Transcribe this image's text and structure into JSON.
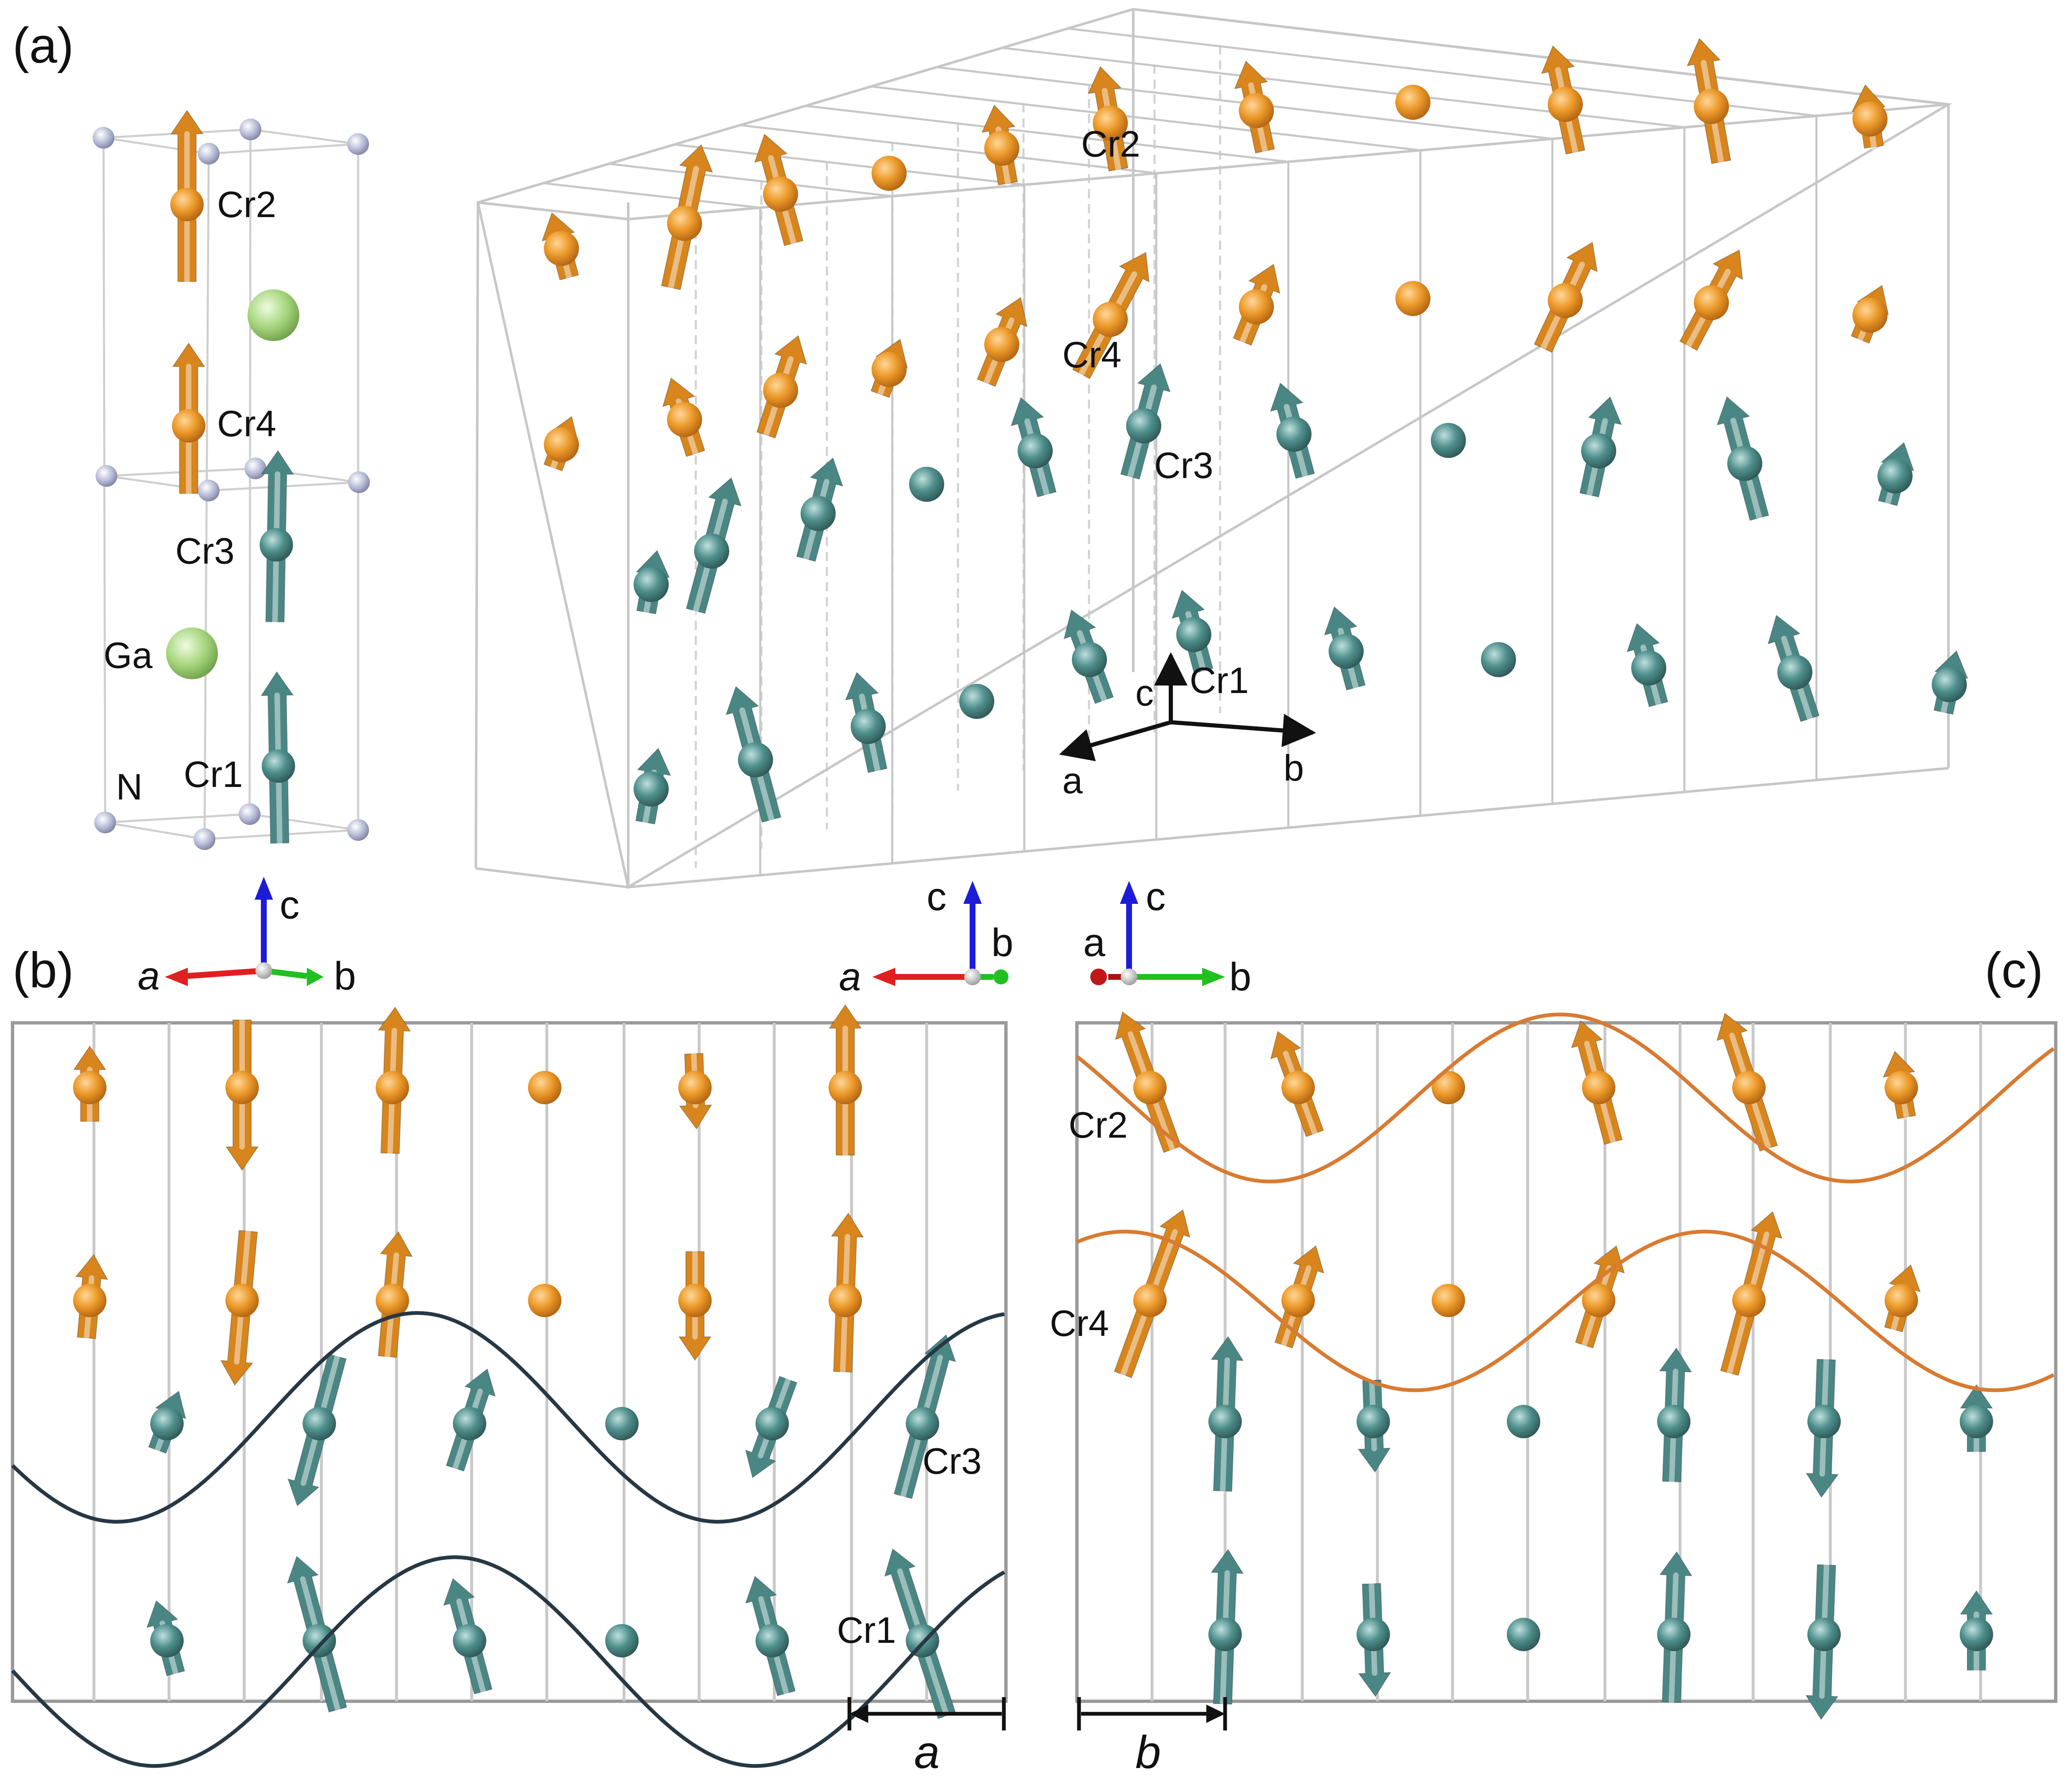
{
  "panels": {
    "a": "(a)",
    "b": "(b)",
    "c": "(c)"
  },
  "unit_cell": {
    "atoms": [
      "Cr2",
      "Cr4",
      "Cr3",
      "Ga",
      "Cr1",
      "N"
    ]
  },
  "supercell": {
    "atoms": [
      "Cr2",
      "Cr4",
      "Cr3",
      "Cr1"
    ],
    "axes": [
      "c",
      "a",
      "b"
    ]
  },
  "panel_b": {
    "triad_left": [
      "c",
      "a",
      "b"
    ],
    "triad_right": [
      "c",
      "a",
      "b"
    ],
    "atoms": [
      "Cr3",
      "Cr1"
    ],
    "period_label": "a"
  },
  "panel_c": {
    "triad": [
      "c",
      "a",
      "b"
    ],
    "atoms": [
      "Cr2",
      "Cr4"
    ],
    "period_label": "b"
  },
  "colors": {
    "cr_upper": "#ec9a2a",
    "cr_lower": "#4f8f8c",
    "ga": "#a6d67c",
    "n": "#b8bdd8",
    "frame": "#bdbdbd",
    "wave_b": "#263845",
    "wave_c": "#d87b32",
    "axis_c": "#1c1cd8",
    "axis_a": "#e02020",
    "axis_b": "#20c020"
  }
}
